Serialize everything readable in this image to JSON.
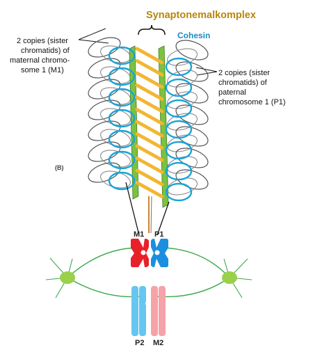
{
  "labels": {
    "title": "Synaptonemalkomplex",
    "cohesin": "Cohesin",
    "maternal": [
      "2 copies (sister",
      "chromatids) of",
      "maternal chromo-",
      "some 1 (M1)"
    ],
    "paternal": [
      "2 copies (sister",
      "chromatids) of",
      "paternal",
      "chromosome 1 (P1)"
    ],
    "panel": "(B)",
    "m1": "M1",
    "p1": "P1",
    "p2": "P2",
    "m2": "M2"
  },
  "colors": {
    "title": "#b8860b",
    "cohesin": "#1e8bc3",
    "cohesin_ring": "#1aa3d9",
    "axis": "#7cc142",
    "axis_dark": "#3f7d1e",
    "central": "#f2b632",
    "loops": "#555555",
    "spindle": "#3aa84a",
    "pole": "#9bd04a",
    "m1": "#e8202a",
    "p1": "#1a8fe0",
    "p2": "#66c6f0",
    "m2": "#f5a3a8",
    "stalk": "#c8863a"
  }
}
